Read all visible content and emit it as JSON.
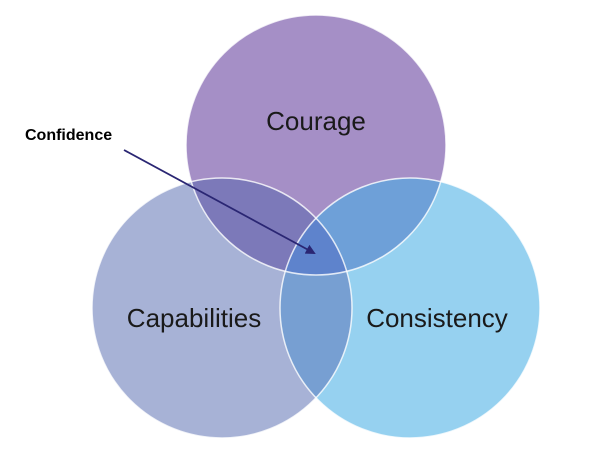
{
  "diagram": {
    "type": "venn",
    "circles": [
      {
        "id": "courage",
        "label": "Courage",
        "color": "#A58FC6"
      },
      {
        "id": "capabilities",
        "label": "Capabilities",
        "color": "#A7B2D6"
      },
      {
        "id": "consistency",
        "label": "Consistency",
        "color": "#96D1F0"
      }
    ],
    "overlap_colors": {
      "courage_capabilities": "#7C79B9",
      "courage_consistency": "#6EA0D8",
      "capabilities_consistency": "#779FD2",
      "center": "#5E83CC"
    },
    "callout": {
      "label": "Confidence",
      "arrow_color": "#2A2673"
    }
  }
}
